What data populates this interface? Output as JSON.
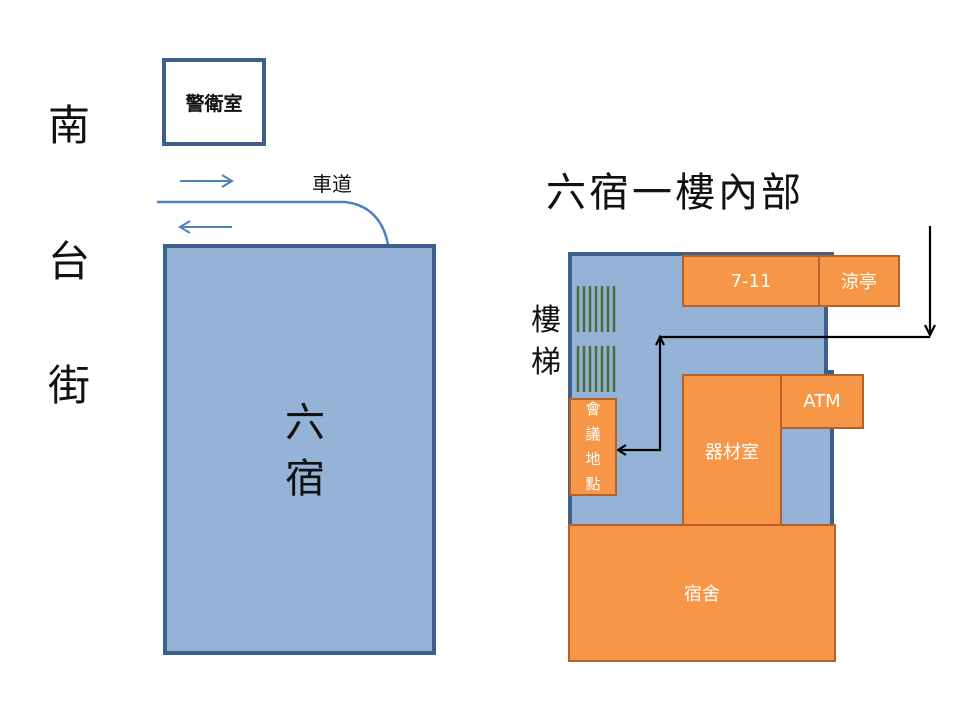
{
  "street": {
    "chars": [
      "南",
      "台",
      "街"
    ]
  },
  "guard_room": {
    "label": "警衛室"
  },
  "driveway": {
    "label": "車道"
  },
  "building": {
    "name_chars": [
      "六",
      "宿"
    ]
  },
  "interior": {
    "title": "六宿一樓內部",
    "stairs_chars": [
      "樓",
      "梯"
    ],
    "rooms": {
      "store": "7-11",
      "pavilion": "涼亭",
      "atm": "ATM",
      "equipment": "器材室",
      "dorm": "宿舍",
      "meeting_chars": [
        "會",
        "議",
        "地",
        "點"
      ]
    }
  },
  "colors": {
    "building_fill": "#95b3d7",
    "building_border": "#3d5f8c",
    "room_fill": "#f79646",
    "room_border": "#b4622a",
    "arrow_blue": "#4f81bd",
    "stairs_green": "#4e6b3a"
  }
}
